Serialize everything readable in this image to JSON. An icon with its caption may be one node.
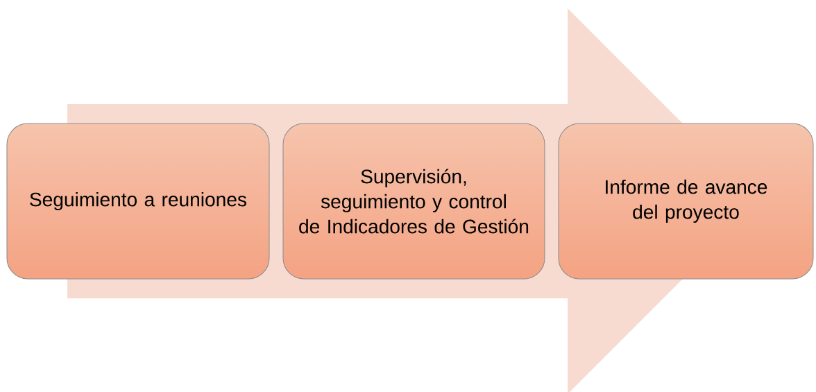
{
  "diagram": {
    "nodes": [
      {
        "text": [
          "Seguimiento a reuniones"
        ]
      },
      {
        "text": [
          "Supervisión, seguimiento y control de Indicadores de Gestión"
        ]
      },
      {
        "text": [
          "Informe de avance del proyecto"
        ]
      }
    ],
    "edges": [
      {
        "from": 0,
        "to": 2,
        "arrow": "to"
      }
    ]
  }
}
